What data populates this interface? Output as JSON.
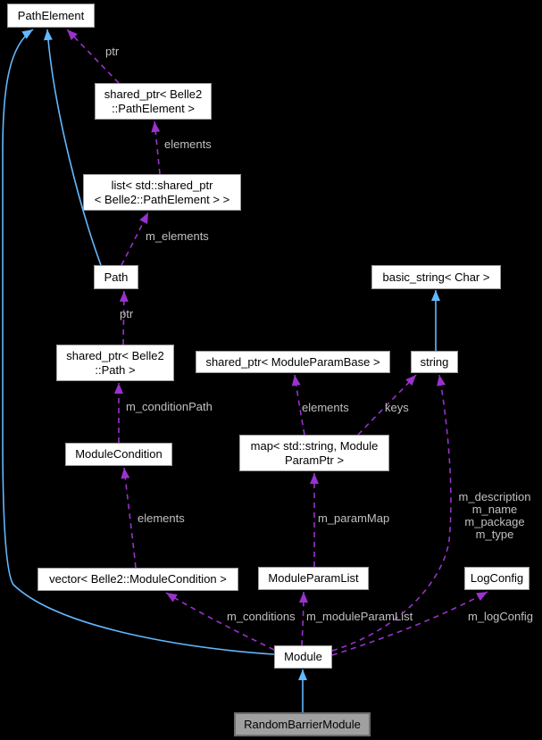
{
  "diagram": {
    "nodes": [
      {
        "id": "pathelement",
        "label": "PathElement"
      },
      {
        "id": "sharedptr-pathelement",
        "label": "shared_ptr< Belle2\n::PathElement >"
      },
      {
        "id": "list-sharedptr-pathelement",
        "label": "list< std::shared_ptr\n< Belle2::PathElement > >"
      },
      {
        "id": "path",
        "label": "Path"
      },
      {
        "id": "sharedptr-path",
        "label": "shared_ptr< Belle2\n::Path >"
      },
      {
        "id": "modulecondition",
        "label": "ModuleCondition"
      },
      {
        "id": "vector-modulecondition",
        "label": "vector< Belle2::ModuleCondition >"
      },
      {
        "id": "basicstring-char",
        "label": "basic_string< Char >"
      },
      {
        "id": "string",
        "label": "string"
      },
      {
        "id": "sharedptr-moduleparambase",
        "label": "shared_ptr< ModuleParamBase >"
      },
      {
        "id": "map-moduleparamptr",
        "label": "map< std::string, Module\nParamPtr >"
      },
      {
        "id": "moduleparamlist",
        "label": "ModuleParamList"
      },
      {
        "id": "logconfig",
        "label": "LogConfig"
      },
      {
        "id": "module",
        "label": "Module"
      },
      {
        "id": "randombarriermodule",
        "label": "RandomBarrierModule"
      }
    ],
    "edge_labels": {
      "ptr_to_pathelement": "ptr",
      "elements_to_sharedptr_pathelement": "elements",
      "m_elements": "m_elements",
      "ptr_to_path": "ptr",
      "m_conditionPath": "m_conditionPath",
      "elements_to_modulecondition": "elements",
      "elements_to_sharedptr_moduleparambase": "elements",
      "keys": "keys",
      "m_paramMap": "m_paramMap",
      "module_string_members": "m_description\nm_name\nm_package\nm_type",
      "m_conditions": "m_conditions",
      "m_moduleParamList": "m_moduleParamList",
      "m_logConfig": "m_logConfig"
    },
    "colors": {
      "background": "#000000",
      "inheritance_edge": "#63B8FF",
      "usage_edge": "#9A32CD",
      "edge_label_text": "#C0C0C0",
      "node_fill": "#FFFFFF",
      "node_border": "#9C9C9C",
      "node_text": "#000000",
      "highlight_node_fill": "#A0A0A0",
      "highlight_node_border": "#6E6E6E"
    }
  }
}
